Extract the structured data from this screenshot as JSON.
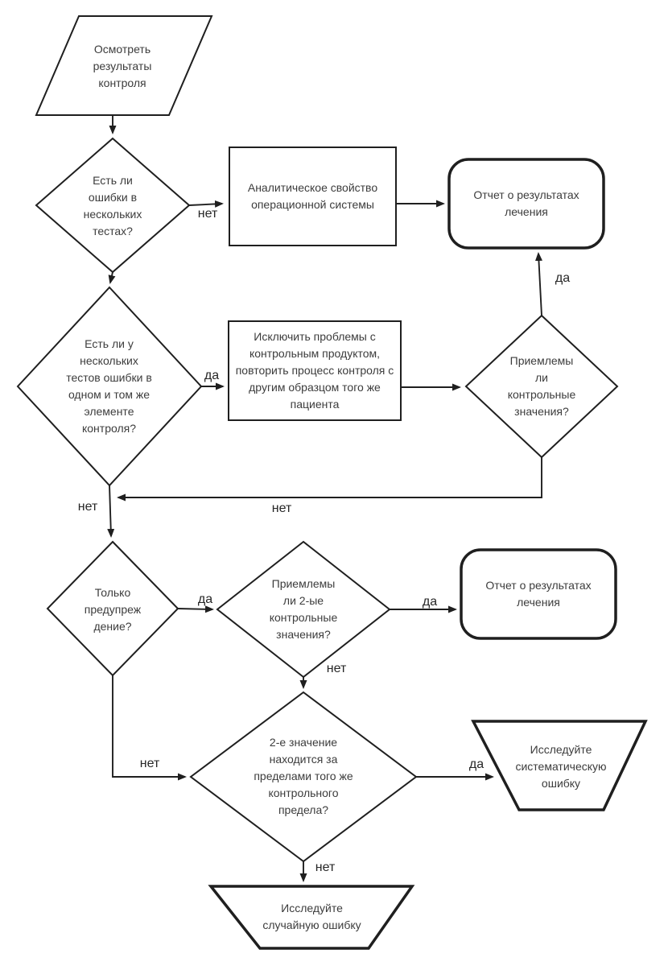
{
  "diagram": {
    "kind": "flowchart",
    "language": "ru",
    "topic": "Quality-control results decision flow",
    "colors": {
      "line": "#1f1f1f",
      "text": "#3c3c3c",
      "background": "#ffffff"
    },
    "nodes": {
      "start": {
        "shape": "parallelogram",
        "label": "Осмотреть результаты контроля"
      },
      "d1": {
        "shape": "decision",
        "label": "Есть ли ошибки в нескольких тестах?"
      },
      "proc1": {
        "shape": "process",
        "label": "Аналитическое свойство операционной системы"
      },
      "report1": {
        "shape": "terminator",
        "label": "Отчет о результатах лечения"
      },
      "d2": {
        "shape": "decision",
        "label": "Есть ли у нескольких тестов ошибки в одном и том же элементе контроля?"
      },
      "proc2": {
        "shape": "process",
        "label": "Исключить проблемы с контрольным продуктом, повторить процесс контроля с другим образцом того же пациента"
      },
      "d3": {
        "shape": "decision",
        "label": "Приемлемы ли контрольные значения?"
      },
      "d4": {
        "shape": "decision",
        "label": "Только предупреж дение?"
      },
      "d5": {
        "shape": "decision",
        "label": "Приемлемы ли 2-ые контрольные значения?"
      },
      "report2": {
        "shape": "terminator",
        "label": "Отчет о результатах лечения"
      },
      "d6": {
        "shape": "decision",
        "label": "2-е значение находится за пределами того же контрольного предела?"
      },
      "trap1": {
        "shape": "manual-operation",
        "label": "Исследуйте систематическую ошибку"
      },
      "trap2": {
        "shape": "manual-operation",
        "label": "Исследуйте случайную ошибку"
      }
    },
    "edges": {
      "d1_no": "нет",
      "d2_yes": "да",
      "d3_yes": "да",
      "d3_no": "нет",
      "d2_no": "нет",
      "d4_yes": "да",
      "d5_yes": "да",
      "d5_no": "нет",
      "d4_no": "нет",
      "d6_yes": "да",
      "d6_no": "нет"
    }
  }
}
